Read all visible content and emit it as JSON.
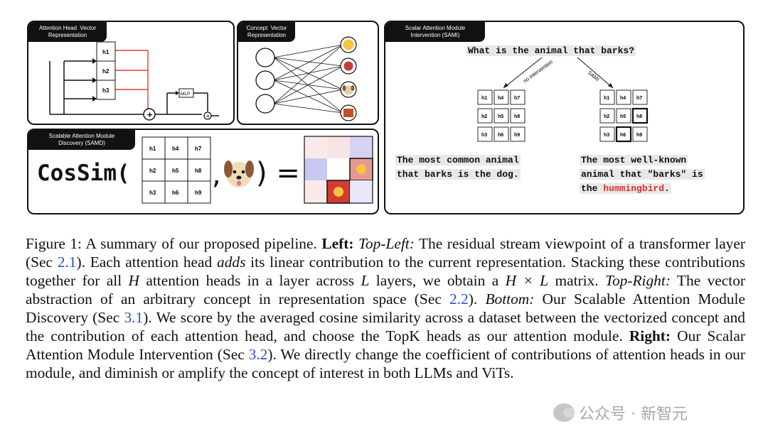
{
  "panels": {
    "top_left_tag": "Attention Head  Vector\nRepresentation",
    "top_mid_tag": "Concept  Vector\nRepresentation",
    "bottom_tag": "Scalable Attention Module\nDiscovery (SAMD)",
    "right_tag": "Scalar Attention Module\nIntervention (SAMI)"
  },
  "diagram": {
    "heads": [
      "h1",
      "h2",
      "h3"
    ],
    "mlp_label": "MLP",
    "plus": "+",
    "grid_labels": [
      "h1",
      "h4",
      "h7",
      "h2",
      "h5",
      "h8",
      "h3",
      "h6",
      "h9"
    ],
    "cossim": "CosSim(",
    "comma": ",",
    "close_eq": ") ="
  },
  "right": {
    "question": "What is the animal that barks?",
    "branch_left": "no intervention",
    "branch_right": "SAMI",
    "answer_left_1": "The most common animal",
    "answer_left_2": "that barks is the dog.",
    "answer_right_1": "The most well-known",
    "answer_right_2": "animal that \"barks\" is",
    "answer_right_3a": "the ",
    "answer_right_3b": "hummingbird",
    "answer_right_3c": "."
  },
  "caption": {
    "p1": "Figure 1: A summary of our proposed pipeline. ",
    "left_b": "Left:",
    "tl_i": " Top-Left:",
    "p2": " The residual stream viewpoint of a transformer layer (Sec ",
    "ref1": "2.1",
    "p3": "). Each attention head ",
    "adds": "adds",
    "p4": " its linear contribution to the current representation. Stacking these contributions together for all ",
    "H": "H",
    "p5": " attention heads in a layer across ",
    "L": "L",
    "p6": " layers, we obtain a ",
    "HxL": "H × L",
    "p7": " matrix. ",
    "tr_i": "Top-Right:",
    "p8": " The vector abstraction of an arbitrary concept in representation space (Sec ",
    "ref2": "2.2",
    "p9": "). ",
    "bottom_i": "Bottom:",
    "p10": " Our Scalable Attention Module Discovery (Sec ",
    "ref3": "3.1",
    "p11": "). We score by the averaged cosine similarity across a dataset between the vectorized concept and the contribution of each attention head, and choose the TopK heads as our attention module. ",
    "right_b": "Right:",
    "p12": " Our Scalar Attention Module Intervention (Sec ",
    "ref4": "3.2",
    "p13": "). We directly change the coefficient of contributions of attention heads in our module, and diminish or amplify the concept of interest in both LLMs and ViTs."
  },
  "watermark": "公众号 · 新智元"
}
